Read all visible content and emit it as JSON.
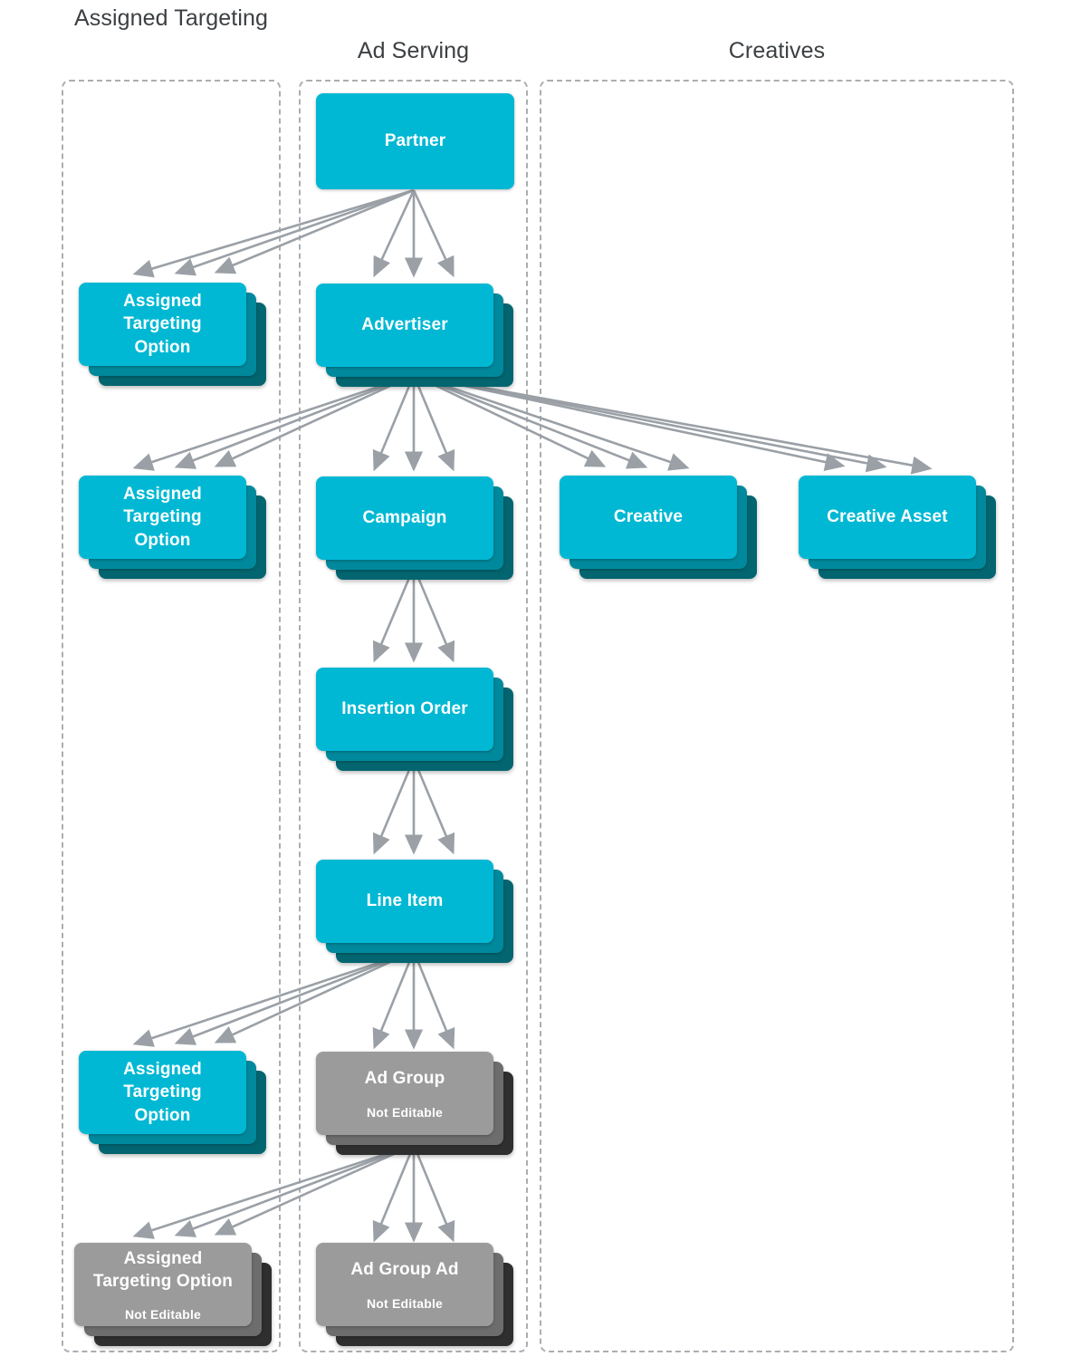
{
  "diagram": {
    "columns": [
      {
        "id": "assigned-targeting",
        "title": "Assigned\nTargeting"
      },
      {
        "id": "ad-serving",
        "title": "Ad Serving"
      },
      {
        "id": "creatives",
        "title": "Creatives"
      }
    ],
    "colors": {
      "card_front_active": "#00b8d4",
      "card_mid_active": "#00899c",
      "card_back_active": "#036570",
      "card_front_disabled": "#9b9b9b",
      "card_mid_disabled": "#6d6d6d",
      "card_back_disabled": "#2f2f2f",
      "arrow": "#9aa0a6",
      "group_border": "#aaaeb2",
      "title_text": "#3c4043",
      "card_text": "#ffffff"
    },
    "nodes": [
      {
        "id": "partner",
        "label": "Partner",
        "sub": "",
        "state": "editable",
        "stacked": false,
        "column": "ad-serving"
      },
      {
        "id": "ato-1",
        "label": "Assigned\nTargeting\nOption",
        "sub": "",
        "state": "editable",
        "stacked": true,
        "column": "assigned-targeting"
      },
      {
        "id": "advertiser",
        "label": "Advertiser",
        "sub": "",
        "state": "editable",
        "stacked": true,
        "column": "ad-serving"
      },
      {
        "id": "ato-2",
        "label": "Assigned\nTargeting\nOption",
        "sub": "",
        "state": "editable",
        "stacked": true,
        "column": "assigned-targeting"
      },
      {
        "id": "campaign",
        "label": "Campaign",
        "sub": "",
        "state": "editable",
        "stacked": true,
        "column": "ad-serving"
      },
      {
        "id": "creative",
        "label": "Creative",
        "sub": "",
        "state": "editable",
        "stacked": true,
        "column": "creatives"
      },
      {
        "id": "creative-asset",
        "label": "Creative Asset",
        "sub": "",
        "state": "editable",
        "stacked": true,
        "column": "creatives"
      },
      {
        "id": "insertion-order",
        "label": "Insertion Order",
        "sub": "",
        "state": "editable",
        "stacked": true,
        "column": "ad-serving"
      },
      {
        "id": "line-item",
        "label": "Line Item",
        "sub": "",
        "state": "editable",
        "stacked": true,
        "column": "ad-serving"
      },
      {
        "id": "ato-3",
        "label": "Assigned\nTargeting\nOption",
        "sub": "",
        "state": "editable",
        "stacked": true,
        "column": "assigned-targeting"
      },
      {
        "id": "ad-group",
        "label": "Ad Group",
        "sub": "Not Editable",
        "state": "not-editable",
        "stacked": true,
        "column": "ad-serving"
      },
      {
        "id": "ato-4",
        "label": "Assigned\nTargeting Option",
        "sub": "Not Editable",
        "state": "not-editable",
        "stacked": true,
        "column": "assigned-targeting"
      },
      {
        "id": "ad-group-ad",
        "label": "Ad Group Ad",
        "sub": "Not Editable",
        "state": "not-editable",
        "stacked": true,
        "column": "ad-serving"
      }
    ],
    "edges": [
      {
        "from": "partner",
        "to": "ato-1",
        "multiplicity": 3
      },
      {
        "from": "partner",
        "to": "advertiser",
        "multiplicity": 3
      },
      {
        "from": "advertiser",
        "to": "ato-2",
        "multiplicity": 3
      },
      {
        "from": "advertiser",
        "to": "campaign",
        "multiplicity": 3
      },
      {
        "from": "advertiser",
        "to": "creative",
        "multiplicity": 3
      },
      {
        "from": "advertiser",
        "to": "creative-asset",
        "multiplicity": 3
      },
      {
        "from": "campaign",
        "to": "insertion-order",
        "multiplicity": 3
      },
      {
        "from": "insertion-order",
        "to": "line-item",
        "multiplicity": 3
      },
      {
        "from": "line-item",
        "to": "ato-3",
        "multiplicity": 3
      },
      {
        "from": "line-item",
        "to": "ad-group",
        "multiplicity": 3
      },
      {
        "from": "ad-group",
        "to": "ato-4",
        "multiplicity": 3
      },
      {
        "from": "ad-group",
        "to": "ad-group-ad",
        "multiplicity": 3
      }
    ]
  }
}
